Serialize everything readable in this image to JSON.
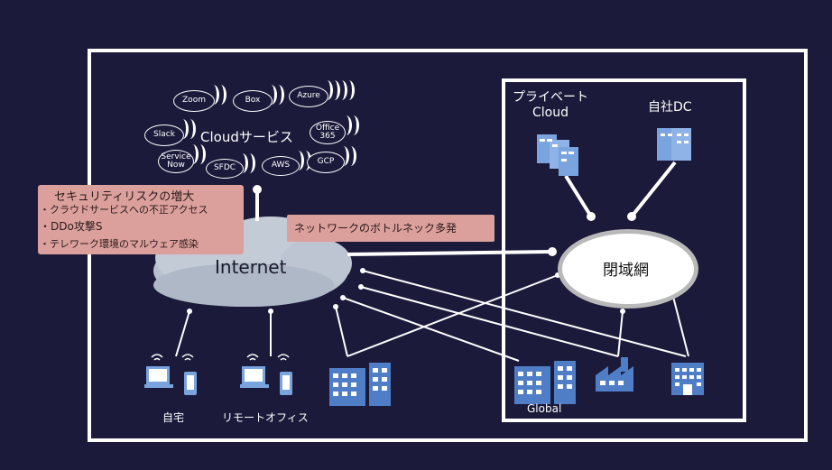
{
  "cloud_services": {
    "label": "Cloudサービス",
    "items": [
      "Zoom",
      "Box",
      "Azure",
      "Slack",
      "Office 365",
      "Service Now",
      "SFDC",
      "AWS",
      "GCP"
    ]
  },
  "risk": {
    "title": "セキュリティリスクの増大",
    "items": [
      "・クラウドサービスへの不正アクセス",
      "・DDo攻撃S",
      "・テレワーク環境のマルウェア感染"
    ]
  },
  "bottleneck": "ネットワークのボトルネック多発",
  "internet": "Internet",
  "closed_network": "閉域網",
  "private_cloud": [
    "プライベート",
    "Cloud"
  ],
  "own_dc": "自社DC",
  "home": "自宅",
  "remote_office": "リモートオフィス",
  "global": "Global",
  "colors": {
    "background": "#1b1a3a",
    "risk_box": "#dba09c",
    "building": "#4f7ec6",
    "server": "#7aa4de",
    "internet_cloud": "#b7c0cc"
  }
}
